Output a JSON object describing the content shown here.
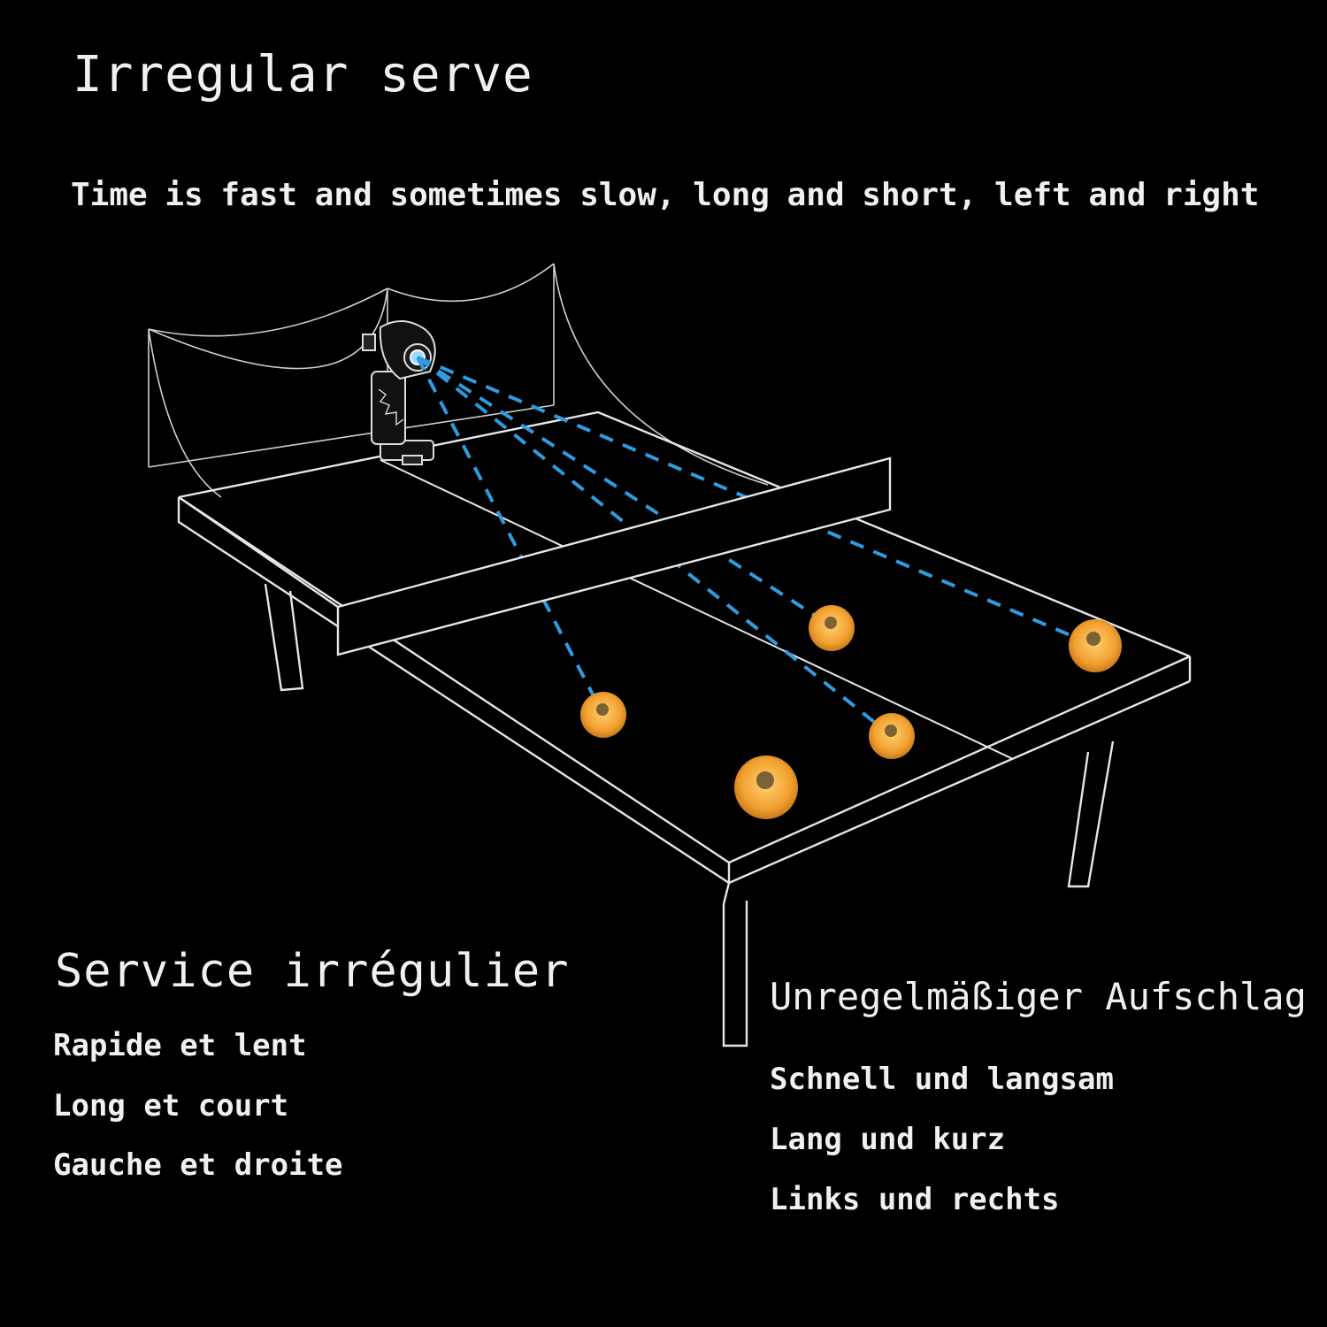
{
  "english": {
    "title": "Irregular serve",
    "subtitle": "Time is fast and sometimes slow, long and short, left and right"
  },
  "french": {
    "title": "Service irrégulier",
    "lines": [
      "Rapide et lent",
      "Long et court",
      "Gauche et droite"
    ]
  },
  "german": {
    "title": "Unregelmäßiger Aufschlag",
    "lines": [
      "Schnell und langsam",
      "Lang und kurz",
      "Links und rechts"
    ]
  },
  "colors": {
    "background": "#000000",
    "outline": "#e6e6e6",
    "trajectory": "#2f9be0",
    "ball": "#f2a030"
  },
  "illustration": {
    "objects": [
      "ping-pong-robot-icon",
      "collection-net",
      "table-tennis-table",
      "table-net"
    ],
    "ball_count": 5,
    "trajectory_count": 4
  }
}
